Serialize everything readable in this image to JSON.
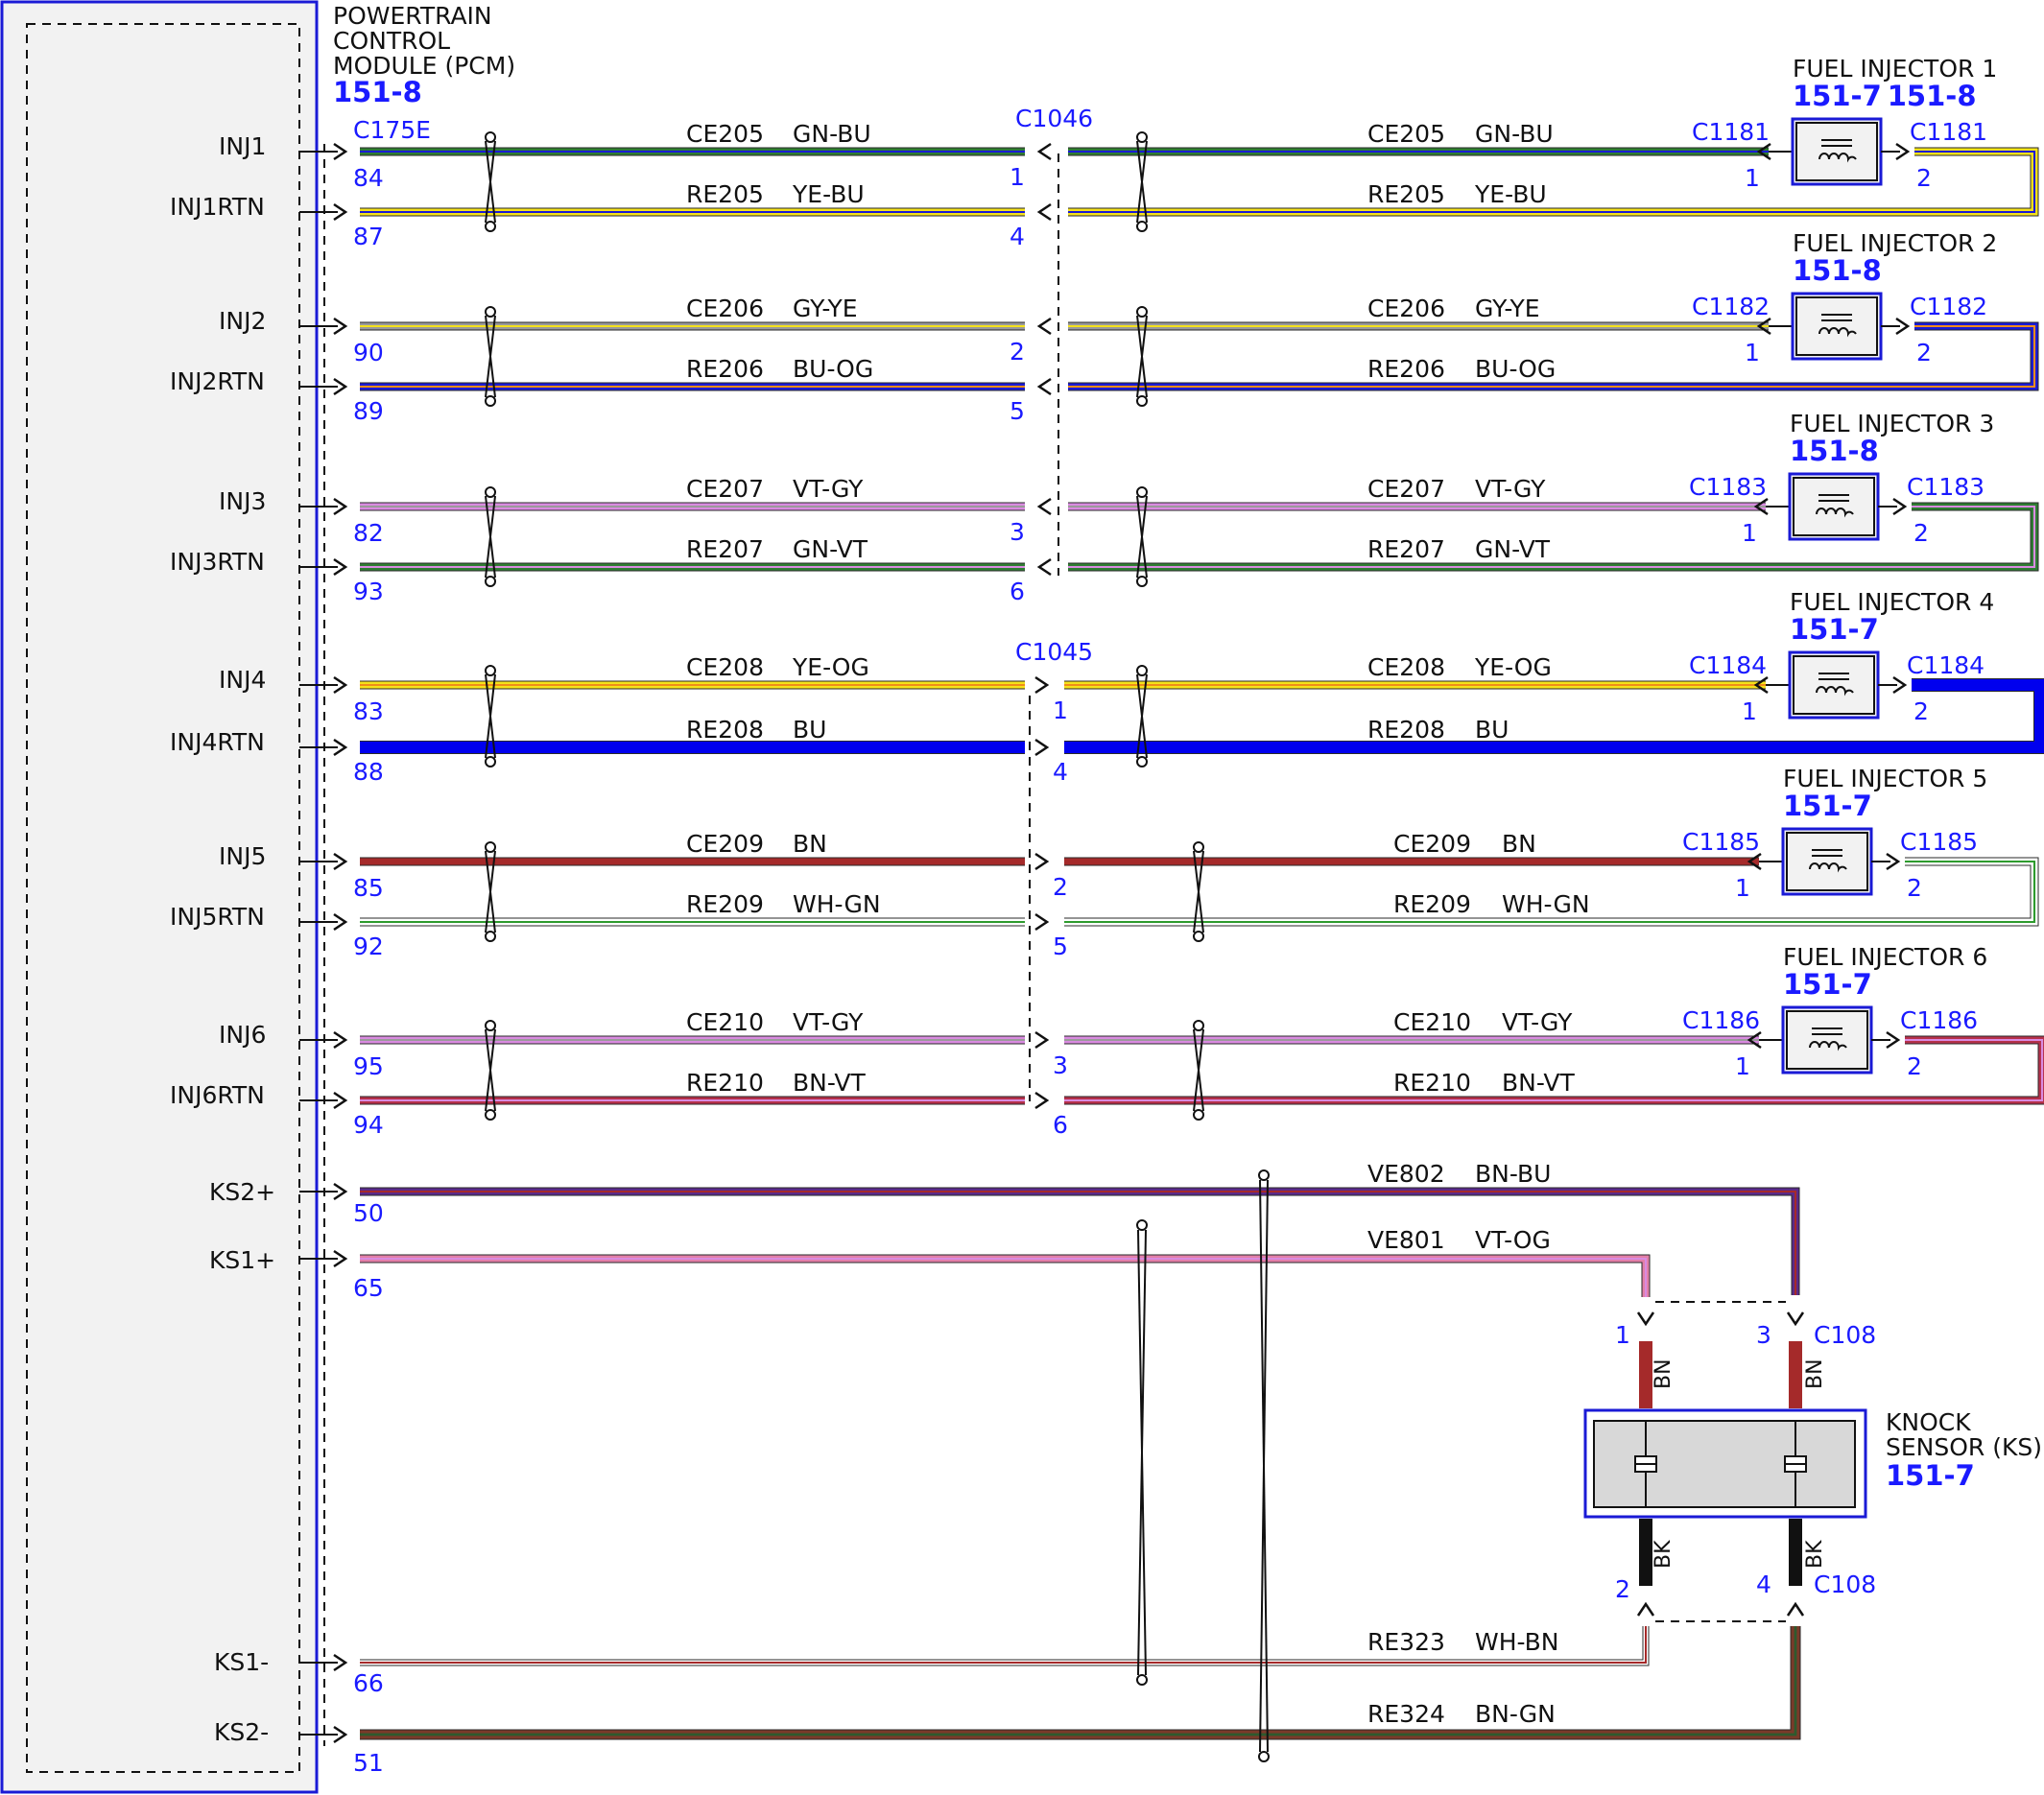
{
  "pcm": {
    "title_lines": [
      "POWERTRAIN",
      "CONTROL",
      "MODULE (PCM)"
    ],
    "ref": "151-8",
    "connector": "C175E"
  },
  "splice": {
    "a": "C1046",
    "b": "C1045"
  },
  "channels": [
    {
      "inj_label": "INJ1",
      "rtn_label": "INJ1RTN",
      "pin_a": "84",
      "pin_b": "87",
      "ce_circuit": "CE205",
      "ce_color": "GN-BU",
      "re_circuit": "RE205",
      "re_color": "YE-BU",
      "c_pin_a": "1",
      "c_pin_b": "4",
      "injector_name": "FUEL INJECTOR 1",
      "refs": [
        "151-7",
        "151-8"
      ],
      "conn": "C1181",
      "pin1": "1",
      "pin2": "2",
      "ce_base": "#2e7d32",
      "ce_stripe": "#1a1ad6",
      "re_base": "#f5e21a",
      "re_stripe": "#1a1ad6"
    },
    {
      "inj_label": "INJ2",
      "rtn_label": "INJ2RTN",
      "pin_a": "90",
      "pin_b": "89",
      "ce_circuit": "CE206",
      "ce_color": "GY-YE",
      "re_circuit": "RE206",
      "re_color": "BU-OG",
      "c_pin_a": "2",
      "c_pin_b": "5",
      "injector_name": "FUEL INJECTOR 2",
      "refs": [
        "151-8"
      ],
      "conn": "C1182",
      "pin1": "1",
      "pin2": "2",
      "ce_base": "#9a9a9a",
      "ce_stripe": "#f5e21a",
      "re_base": "#1a1ad6",
      "re_stripe": "#f08c1a"
    },
    {
      "inj_label": "INJ3",
      "rtn_label": "INJ3RTN",
      "pin_a": "82",
      "pin_b": "93",
      "ce_circuit": "CE207",
      "ce_color": "VT-GY",
      "re_circuit": "RE207",
      "re_color": "GN-VT",
      "c_pin_a": "3",
      "c_pin_b": "6",
      "injector_name": "FUEL INJECTOR 3",
      "refs": [
        "151-8"
      ],
      "conn": "C1183",
      "pin1": "1",
      "pin2": "2",
      "ce_base": "#d98be0",
      "ce_stripe": "#9a9a9a",
      "re_base": "#2e7d32",
      "re_stripe": "#d98be0"
    },
    {
      "inj_label": "INJ4",
      "rtn_label": "INJ4RTN",
      "pin_a": "83",
      "pin_b": "88",
      "ce_circuit": "CE208",
      "ce_color": "YE-OG",
      "re_circuit": "RE208",
      "re_color": "BU",
      "c_pin_a": "1",
      "c_pin_b": "4",
      "injector_name": "FUEL INJECTOR 4",
      "refs": [
        "151-7"
      ],
      "conn": "C1184",
      "pin1": "1",
      "pin2": "2",
      "ce_base": "#f5e21a",
      "ce_stripe": "#f08c1a",
      "re_base": "#0000ee",
      "re_stripe": ""
    },
    {
      "inj_label": "INJ5",
      "rtn_label": "INJ5RTN",
      "pin_a": "85",
      "pin_b": "92",
      "ce_circuit": "CE209",
      "ce_color": "BN",
      "re_circuit": "RE209",
      "re_color": "WH-GN",
      "c_pin_a": "2",
      "c_pin_b": "5",
      "injector_name": "FUEL INJECTOR 5",
      "refs": [
        "151-7"
      ],
      "conn": "C1185",
      "pin1": "1",
      "pin2": "2",
      "ce_base": "#a52a2a",
      "ce_stripe": "",
      "re_base": "#ffffff",
      "re_stripe": "#2e9b2e"
    },
    {
      "inj_label": "INJ6",
      "rtn_label": "INJ6RTN",
      "pin_a": "95",
      "pin_b": "94",
      "ce_circuit": "CE210",
      "ce_color": "VT-GY",
      "re_circuit": "RE210",
      "re_color": "BN-VT",
      "c_pin_a": "3",
      "c_pin_b": "6",
      "injector_name": "FUEL INJECTOR 6",
      "refs": [
        "151-7"
      ],
      "conn": "C1186",
      "pin1": "1",
      "pin2": "2",
      "ce_base": "#d98be0",
      "ce_stripe": "#9a9a9a",
      "re_base": "#b5304a",
      "re_stripe": "#d98be0"
    }
  ],
  "knock": {
    "ks2p": {
      "label": "KS2+",
      "pin": "50",
      "circuit": "VE802",
      "color": "BN-BU"
    },
    "ks1p": {
      "label": "KS1+",
      "pin": "65",
      "circuit": "VE801",
      "color": "VT-OG"
    },
    "ks1m": {
      "label": "KS1-",
      "pin": "66",
      "circuit": "RE323",
      "color": "WH-BN"
    },
    "ks2m": {
      "label": "KS2-",
      "pin": "51",
      "circuit": "RE324",
      "color": "BN-GN"
    },
    "conn": "C108",
    "pins": {
      "p1": "1",
      "p2": "2",
      "p3": "3",
      "p4": "4"
    },
    "lead_top": "BN",
    "lead_bottom": "BK",
    "sensor_lines": [
      "KNOCK",
      "SENSOR (KS)"
    ],
    "sensor_ref": "151-7"
  }
}
